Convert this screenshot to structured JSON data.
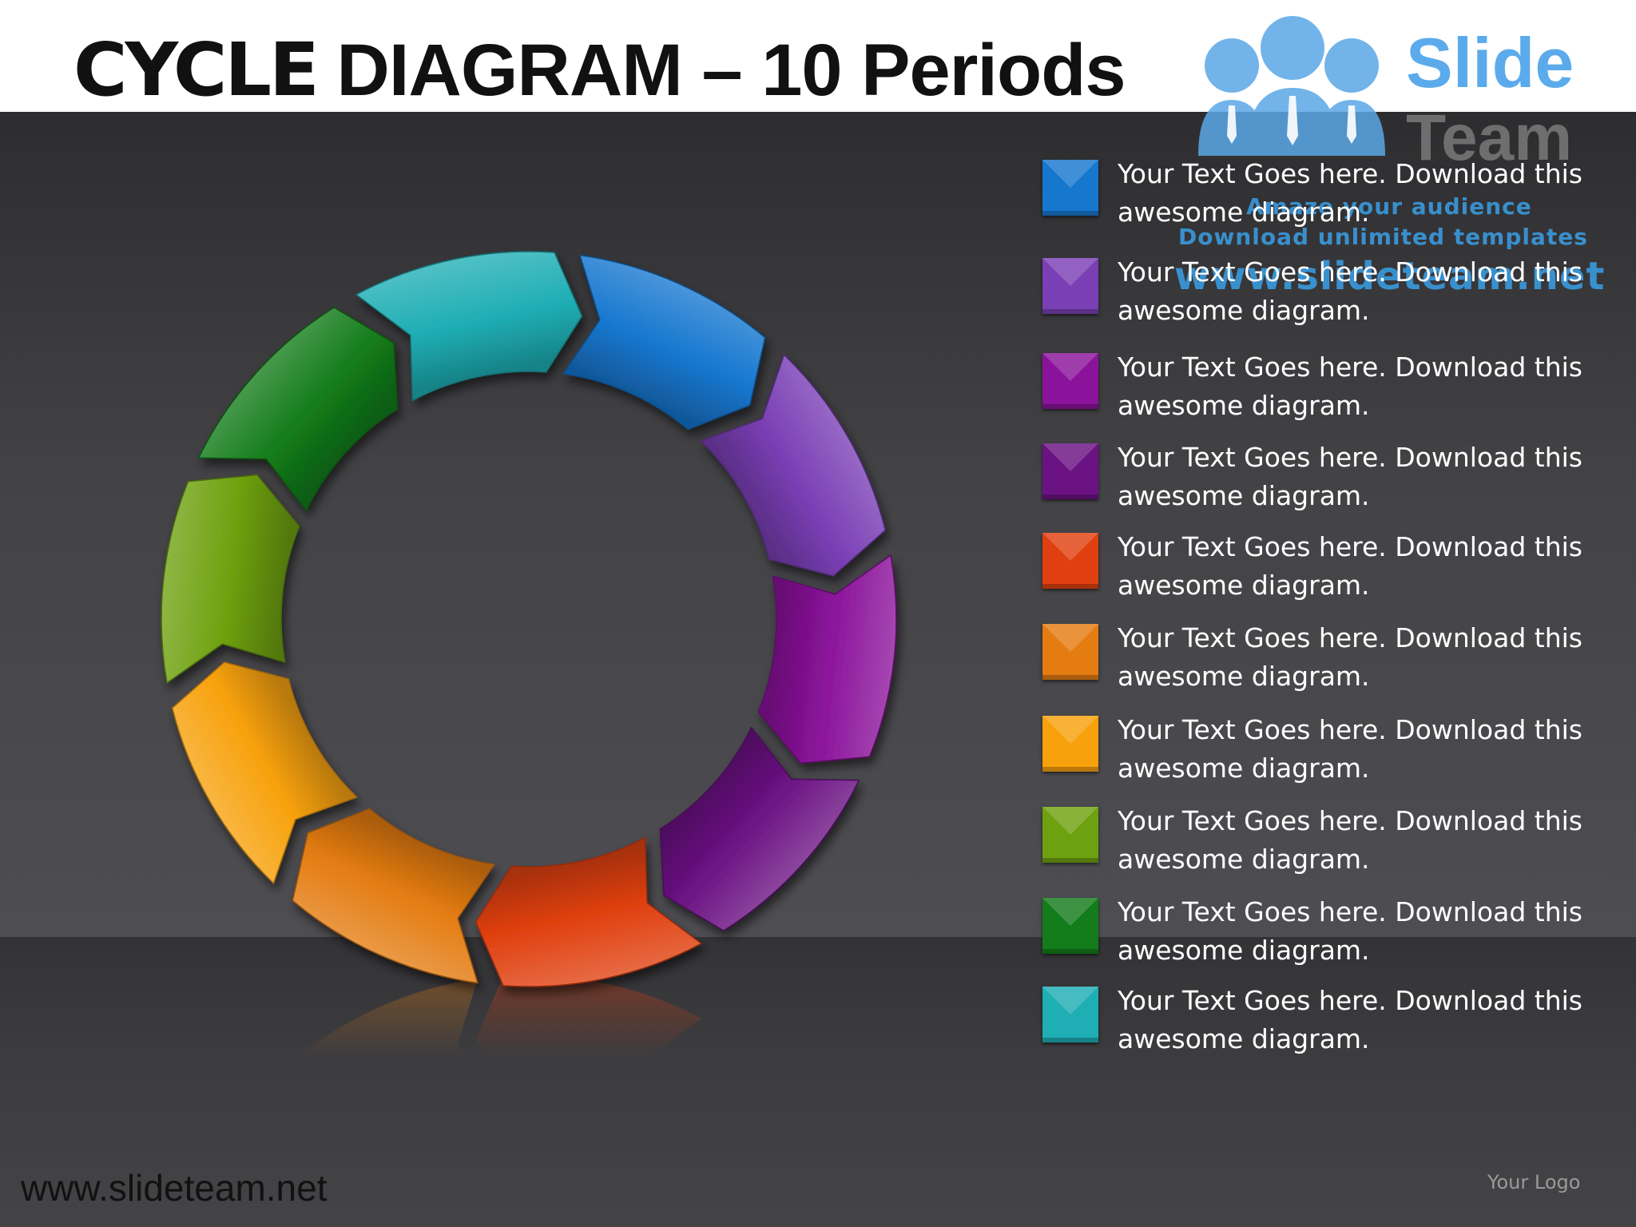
{
  "title": {
    "bold_part": "CYCLE",
    "rest": " DIAGRAM – 10 Periods"
  },
  "watermark": {
    "brand_top": "Slide",
    "brand_bottom": "Team",
    "line1": "Amaze your audience",
    "line2": "Download unlimited templates",
    "line3": "www.slideteam.net"
  },
  "legend": [
    {
      "text": "Your Text Goes here. Download this awesome diagram.",
      "color": "#1677cf"
    },
    {
      "text": "Your Text Goes here. Download this awesome diagram.",
      "color": "#7a3fb5"
    },
    {
      "text": "Your Text Goes here. Download this awesome diagram.",
      "color": "#8b139b"
    },
    {
      "text": "Your Text Goes here. Download this awesome diagram.",
      "color": "#6b1283"
    },
    {
      "text": "Your Text Goes here. Download this awesome diagram.",
      "color": "#e0400f"
    },
    {
      "text": "Your Text Goes here. Download this awesome diagram.",
      "color": "#e47c12"
    },
    {
      "text": "Your Text Goes here. Download this awesome diagram.",
      "color": "#f7a10c"
    },
    {
      "text": "Your Text Goes here. Download this awesome diagram.",
      "color": "#6ea10f"
    },
    {
      "text": "Your Text Goes here. Download this awesome diagram.",
      "color": "#137c1a"
    },
    {
      "text": "Your Text Goes here. Download this awesome diagram.",
      "color": "#1eaeb4"
    }
  ],
  "cycle_segments": [
    {
      "name": "segment-1-blue",
      "color": "#1677cf"
    },
    {
      "name": "segment-2-violet",
      "color": "#7a3fb5"
    },
    {
      "name": "segment-3-magenta",
      "color": "#8b139b"
    },
    {
      "name": "segment-4-purple",
      "color": "#6b1283"
    },
    {
      "name": "segment-5-red-orange",
      "color": "#e0400f"
    },
    {
      "name": "segment-6-orange",
      "color": "#e47c12"
    },
    {
      "name": "segment-7-amber",
      "color": "#f7a10c"
    },
    {
      "name": "segment-8-lime",
      "color": "#6ea10f"
    },
    {
      "name": "segment-9-green",
      "color": "#137c1a"
    },
    {
      "name": "segment-10-teal",
      "color": "#1eaeb4"
    }
  ],
  "footer": {
    "url": "www.slideteam.net",
    "logo": "Your Logo"
  }
}
